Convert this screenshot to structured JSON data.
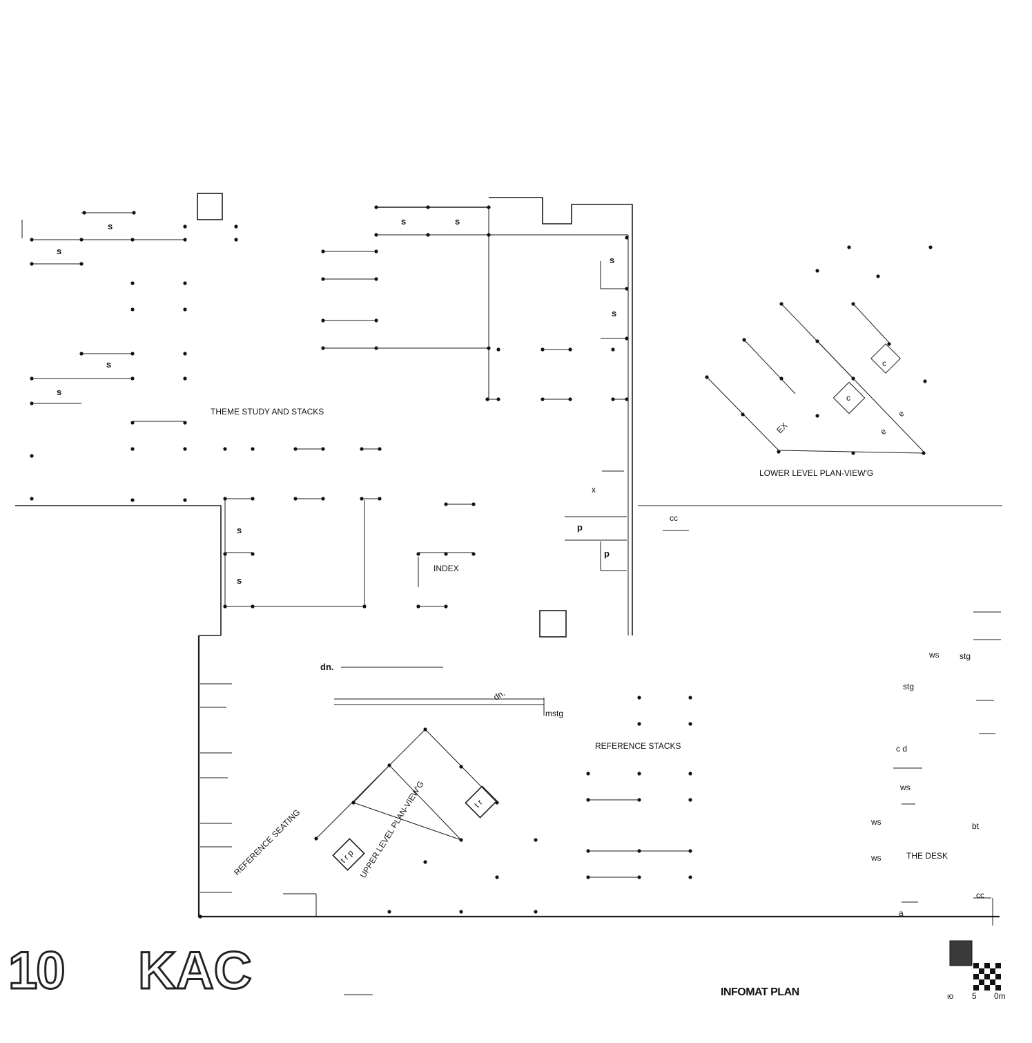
{
  "sheet": {
    "number": "10",
    "code": "KAC",
    "title": "INFOMAT PLAN"
  },
  "areas": {
    "theme": "THEME  STUDY  AND  STACKS",
    "lower_level": "LOWER  LEVEL  PLAN-VIEW'G",
    "upper_level": "UPPER LEVEL PLAN-VIEW'G",
    "index": "INDEX",
    "reference_stacks": "REFERENCE  STACKS",
    "reference_seating": "REFERENCE  SEATING",
    "the_desk": "THE DESK"
  },
  "stack_label": "s",
  "marks": {
    "x": "x",
    "p": "p",
    "cc": "cc",
    "c": "c",
    "e": "e",
    "ex": "EX",
    "dn": "dn.",
    "mstg": "mstg",
    "ws": "ws",
    "stg": "stg",
    "cd": "c d",
    "bt": "bt",
    "a": "a",
    "trp": "t r p",
    "tr": "t r"
  },
  "scale_bar": {
    "labels": [
      "ιo",
      "5",
      "0m"
    ]
  }
}
